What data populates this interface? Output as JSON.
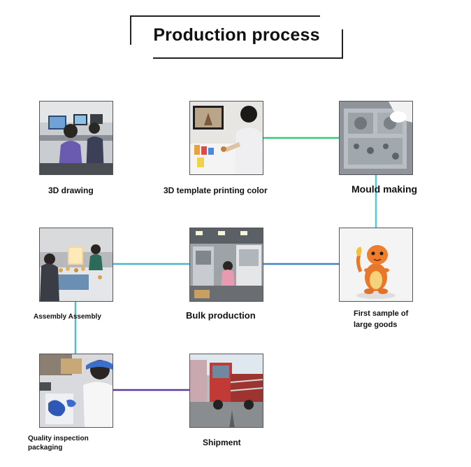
{
  "title": "Production process",
  "steps": [
    {
      "label": "3D drawing",
      "photo": "photo-office-workstations"
    },
    {
      "label": "3D template printing color",
      "photo": "photo-painting-prototype"
    },
    {
      "label": "Mould making",
      "photo": "photo-metal-mould"
    },
    {
      "label": "First sample of\nlarge goods",
      "photo": "photo-orange-figure"
    },
    {
      "label": "Bulk production",
      "photo": "photo-factory-floor"
    },
    {
      "label": "Assembly Assembly",
      "photo": "photo-assembly-table"
    },
    {
      "label": "Quality inspection\npackaging",
      "photo": "photo-inspection-packaging"
    },
    {
      "label": "Shipment",
      "photo": "photo-truck-loading"
    }
  ],
  "colors": {
    "connector_row1": "#9ee05a",
    "connector_lead": "#e6e23a",
    "connector_row2": "#3fa6c8",
    "connector_vertical": "#59c7d8",
    "connector_row3": "#5b3c9e"
  }
}
